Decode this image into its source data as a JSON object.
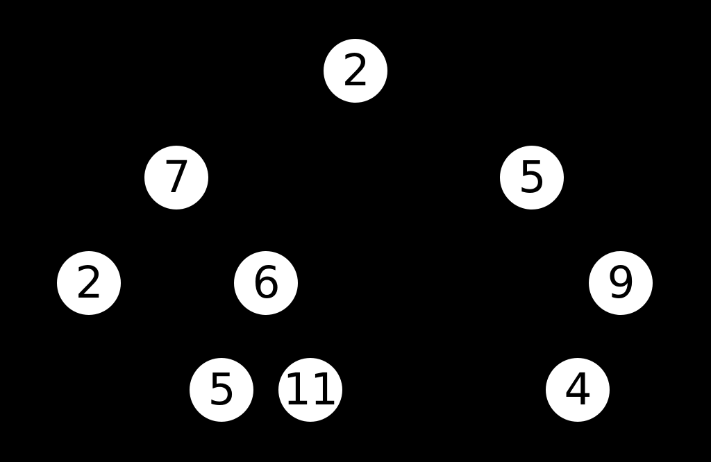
{
  "diagram": {
    "type": "binary-tree",
    "background_color": "#000000",
    "node_fill_color": "#ffffff",
    "node_text_color": "#000000",
    "edges_visible": false,
    "nodes": [
      {
        "id": "root",
        "label": "2",
        "level": 1,
        "parent": null,
        "side": null
      },
      {
        "id": "root-left",
        "label": "7",
        "level": 2,
        "parent": "root",
        "side": "left"
      },
      {
        "id": "root-right",
        "label": "5",
        "level": 2,
        "parent": "root",
        "side": "right"
      },
      {
        "id": "left-left",
        "label": "2",
        "level": 3,
        "parent": "root-leftable",
        "side": "left"
      },
      {
        "id": "left-right",
        "label": "6",
        "level": 3,
        "parent": "root-left",
        "side": "right"
      },
      {
        "id": "right-right",
        "label": "9",
        "level": 3,
        "parent": "root-right",
        "side": "right"
      },
      {
        "id": "left-right-left",
        "label": "5",
        "level": 4,
        "parent": "left-right",
        "side": "left"
      },
      {
        "id": "left-right-right",
        "label": "11",
        "level": 4,
        "parent": "left-right",
        "side": "right"
      },
      {
        "id": "right-right-left",
        "label": "4",
        "level": 4,
        "parent": "right-right",
        "side": "left"
      }
    ]
  }
}
